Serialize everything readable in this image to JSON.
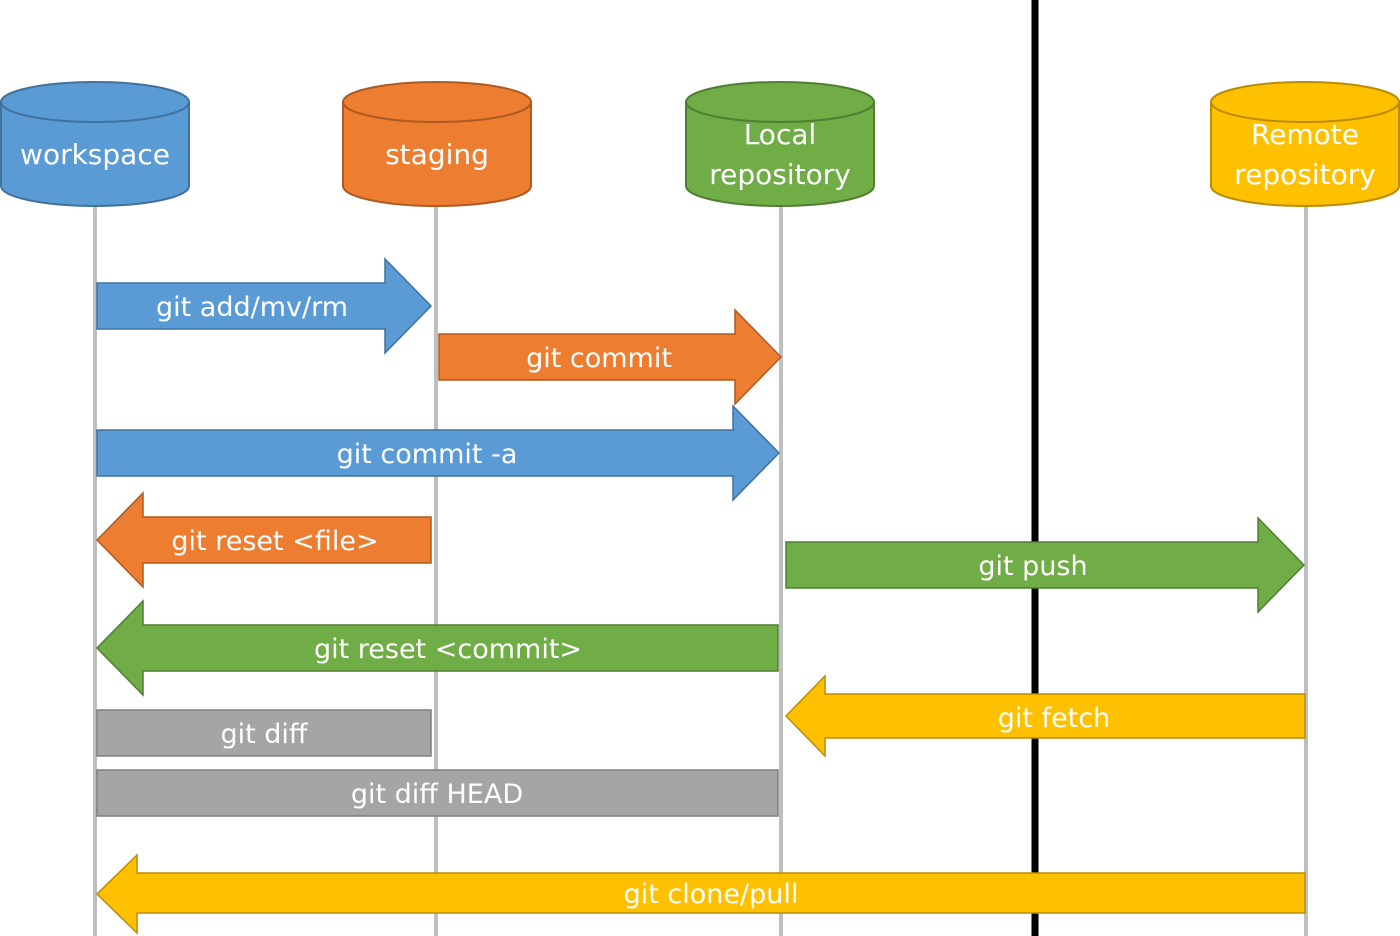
{
  "nodes": [
    {
      "id": "workspace",
      "lines": [
        "workspace"
      ],
      "color": "#5b9bd5"
    },
    {
      "id": "staging",
      "lines": [
        "staging"
      ],
      "color": "#ed7d31"
    },
    {
      "id": "local",
      "lines": [
        "Local",
        "repository"
      ],
      "color": "#70ad47"
    },
    {
      "id": "remote",
      "lines": [
        "Remote",
        "repository"
      ],
      "color": "#ffc000"
    }
  ],
  "operations": [
    {
      "label": "git add/mv/rm",
      "from": "workspace",
      "to": "staging",
      "color": "#5b9bd5"
    },
    {
      "label": "git commit",
      "from": "staging",
      "to": "local",
      "color": "#ed7d31"
    },
    {
      "label": "git commit -a",
      "from": "workspace",
      "to": "local",
      "color": "#5b9bd5"
    },
    {
      "label": "git reset <file>",
      "from": "staging",
      "to": "workspace",
      "color": "#ed7d31"
    },
    {
      "label": "git push",
      "from": "local",
      "to": "remote",
      "color": "#70ad47"
    },
    {
      "label": "git reset <commit>",
      "from": "local",
      "to": "workspace",
      "color": "#70ad47"
    },
    {
      "label": "git fetch",
      "from": "remote",
      "to": "local",
      "color": "#ffc000"
    },
    {
      "label": "git diff",
      "from": "workspace",
      "to": "staging",
      "color": "#a5a5a5",
      "bar": true
    },
    {
      "label": "git diff HEAD",
      "from": "workspace",
      "to": "local",
      "color": "#a5a5a5",
      "bar": true
    },
    {
      "label": "git clone/pull",
      "from": "remote",
      "to": "workspace",
      "color": "#ffc000"
    }
  ],
  "colors": {
    "lifeline": "#bfbfbf",
    "separator": "#000000"
  }
}
